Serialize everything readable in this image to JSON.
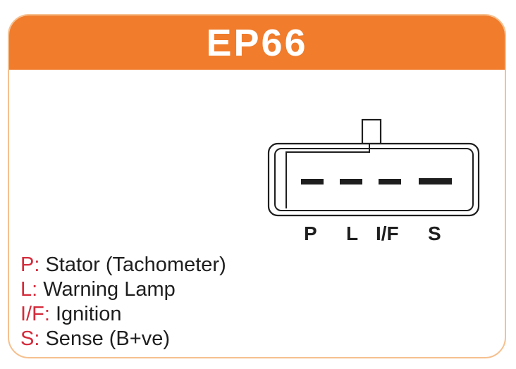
{
  "header": {
    "title": "EP66"
  },
  "connector": {
    "pins": [
      {
        "label": "P"
      },
      {
        "label": "L"
      },
      {
        "label": "I/F"
      },
      {
        "label": "S"
      }
    ]
  },
  "legend": {
    "items": [
      {
        "key": "P:",
        "text": "Stator (Tachometer)"
      },
      {
        "key": "L:",
        "text": "Warning Lamp"
      },
      {
        "key": "I/F:",
        "text": "Ignition"
      },
      {
        "key": "S:",
        "text": "Sense (B+ve)"
      }
    ]
  },
  "colors": {
    "accent": "#f07c2c",
    "border": "#f6c08f",
    "key": "#d42a3a",
    "text": "#1e1e1e"
  }
}
